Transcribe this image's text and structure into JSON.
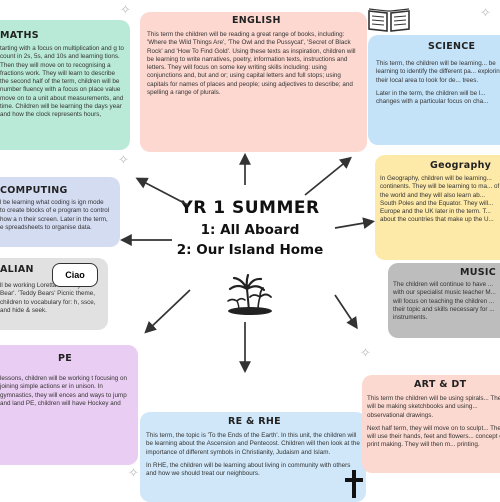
{
  "center": {
    "title": "YR 1 SUMMER",
    "line1": "1: All Aboard",
    "line2": "2: Our Island Home"
  },
  "ciao": "Ciao",
  "cards": {
    "maths": {
      "title": "MATHS",
      "body": [
        "tarting with a focus on multiplication and g to count in 2s, 5s, and 10s and learning tions. Then they will move on to recognising a fractions work. They will learn to describe the second half of the term, children will be number fluency with a focus on place value move on to a unit about measurements, and time. Children will be learning the days year and how the clock represents hours,"
      ]
    },
    "english": {
      "title": "ENGLISH",
      "body": [
        "This term the children will be reading a great range of books, including: 'Where the Wild Things Are', 'The Owl and the Pussycat', 'Secret of Black Rock' and 'How To Find Gold'. Using these texts as inspiration, children will be learning to write narratives, poetry, information texts, instructions and letters. They will focus on some key writing skills including: using conjunctions and, but and or; using capital letters and full stops; using capitals for names of places and people; using adjectives to describe; and spelling a range of plurals."
      ]
    },
    "science": {
      "title": "SCIENCE",
      "body": [
        "This term, the children will be learning... be learning to identify the different pa... exploring their local area to look for de... trees.",
        "Later in the term, the children will be l... changes with a particular focus on cha..."
      ]
    },
    "computing": {
      "title": "COMPUTING",
      "body": [
        "l be learning what coding is ign mode to create blocks of e program to control how a n their screen. Later in the term, e spreadsheets to organise data."
      ]
    },
    "geography": {
      "title": "Geography",
      "body": [
        "In Geography, children will be learning... continents. They will be learning to ma... of the world and they will also learn ab... South Poles and the Equator. They will... Europe and the UK later in the term. T... about the countries that make up the U..."
      ]
    },
    "italian": {
      "title": "ALIAN",
      "body": [
        "ll be working Loretta & Teddy Bear'. 'Teddy Bears' Picnic theme, children to vocabulary for: h, ssce, and hide & seek."
      ]
    },
    "music": {
      "title": "MUSIC",
      "body": [
        "The children will continue to have ... with our specialist music teacher M... will focus on teaching the children ... their topic and skills necessary for ... instruments."
      ]
    },
    "pe": {
      "title": "PE",
      "body": [
        "lessons, children will be working t focusing on joining simple actions er in unison. In gymnastics, they will ences and ways to jump and land PE, children will have Hockey and"
      ]
    },
    "re": {
      "title": "RE & RHE",
      "body": [
        "This term, the topic is 'To the Ends of the Earth'. In this unit, the children will be learning about the Ascension and Pentecost. Children will then look at the importance of different symbols in Christianity, Judaism and Islam.",
        "In RHE, the children will be learning about living in community with others and how we should treat our neighbours."
      ]
    },
    "art": {
      "title": "ART & DT",
      "body": [
        "This term the children will be using spirals... They will be making sketchbooks and using... observational drawings.",
        "Next half term, they will move on to sculpt... They will use their hands, feet and flowers... concept of print making. They will then m... printing."
      ]
    }
  },
  "colors": {
    "maths": "#b9ead7",
    "english": "#fcd8d0",
    "science": "#c5e3f8",
    "computing": "#d4dcf2",
    "geography": "#fde9a8",
    "italian": "#e1e1e1",
    "music": "#bdbdbd",
    "pe": "#eacdf2",
    "re": "#cfe7f8",
    "art": "#fcd9d0"
  }
}
